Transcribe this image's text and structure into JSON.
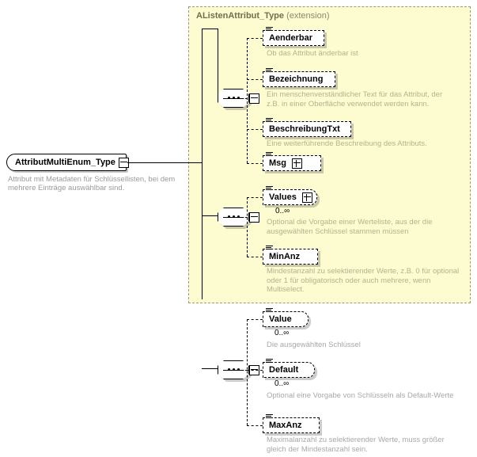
{
  "diagram": {
    "kind": "xsd-schema-diagram",
    "root": {
      "name": "AttributMultiEnum_Type",
      "description": "Attribut mit Metadaten für Schlüssellisten, bei dem\nmehrere Einträge auswählbar sind.",
      "expander": "minus"
    },
    "extension": {
      "base_name": "AListenAttribut_Type",
      "kind_label": "(extension)",
      "background": "#fdfbd0",
      "border_color": "#9a9a7a"
    },
    "groups": [
      {
        "id": "group-extension-seq-1",
        "compositor": "sequence",
        "expander": "minus",
        "inside_extension": true,
        "elements": [
          {
            "name": "Aenderbar",
            "cardinality": "",
            "expander": "none",
            "repeating": false,
            "description": "Ob das Attribut änderbar ist"
          },
          {
            "name": "Bezeichnung",
            "cardinality": "",
            "expander": "none",
            "repeating": false,
            "description": "Ein menschenverständlicher Text für das Attribut, der\nz.B. in einer Oberfläche verwendet werden kann."
          },
          {
            "name": "BeschreibungTxt",
            "cardinality": "",
            "expander": "none",
            "repeating": false,
            "description": "Eine weiterführende Beschreibung des Attributs."
          },
          {
            "name": "Msg",
            "cardinality": "",
            "expander": "plus",
            "repeating": false,
            "description": ""
          }
        ]
      },
      {
        "id": "group-extension-seq-2",
        "compositor": "sequence",
        "expander": "minus",
        "inside_extension": true,
        "elements": [
          {
            "name": "Values",
            "cardinality": "0..∞",
            "expander": "plus",
            "repeating": true,
            "description": "Optional die Vorgabe einer Werteliste, aus der die\nausgewählten Schlüssel stammen müssen"
          },
          {
            "name": "MinAnz",
            "cardinality": "",
            "expander": "none",
            "repeating": false,
            "description": "Mindestanzahl zu selektierender Werte, z.B. 0 für optional\noder 1 für obligatorisch oder auch mehrere, wenn\nMultiselect."
          }
        ]
      },
      {
        "id": "group-own-seq",
        "compositor": "sequence",
        "expander": "minus",
        "inside_extension": false,
        "elements": [
          {
            "name": "Value",
            "cardinality": "0..∞",
            "expander": "none",
            "repeating": true,
            "description": "Die ausgewählten Schlüssel"
          },
          {
            "name": "Default",
            "cardinality": "0..∞",
            "expander": "none",
            "repeating": true,
            "description": "Optional eine Vorgabe von Schlüsseln als Default-Werte"
          },
          {
            "name": "MaxAnz",
            "cardinality": "",
            "expander": "none",
            "repeating": false,
            "description": "Maximalanzahl zu selektierender Werte, muss größer\ngleich der Mindestanzahl sein."
          }
        ]
      }
    ]
  }
}
